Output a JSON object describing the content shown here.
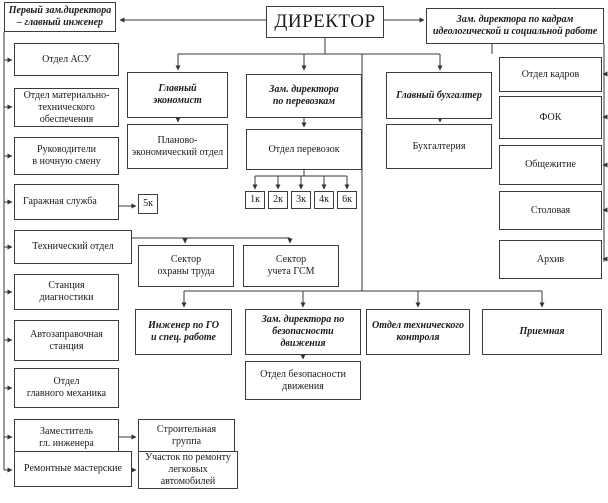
{
  "director": "ДИРЕКТОР",
  "first_deputy": "Первый зам.директора\n– главный инженер",
  "hr_deputy": "Зам. директора по кадрам\nидеологической и социальной работе",
  "left_column": {
    "asu": "Отдел АСУ",
    "mto": "Отдел материально-\nтехнического обеспечения",
    "night_shift": "Руководители\nв ночную смену",
    "garage": "Гаражная служба",
    "five_k": "5к",
    "tech_dept": "Технический отдел",
    "diagnostics": "Станция\nдиагностики",
    "gas_station": "Автозаправочная\nстанция",
    "chief_mechanic": "Отдел\nглавного механика",
    "deputy_chief_engineer": "Заместитель\nгл. инженера",
    "repair_shops": "Ремонтные мастерские"
  },
  "center": {
    "chief_economist": "Главный\nэкономист",
    "planning_dept": "Планово-\nэкономический отдел",
    "transport_deputy": "Зам. директора\nпо перевозкам",
    "transport_dept": "Отдел перевозок",
    "columns": [
      "1к",
      "2к",
      "3к",
      "4к",
      "6к"
    ],
    "chief_accountant": "Главный бухгалтер",
    "accounting": "Бухгалтерия",
    "labor_safety": "Сектор\nохраны труда",
    "fuel_sector": "Сектор\nучета ГСМ",
    "civil_defense_engineer": "Инженер по ГО\nи спец. работе",
    "traffic_safety_deputy": "Зам. директора по\nбезопасности движения",
    "traffic_safety_dept": "Отдел безопасности\nдвижения",
    "tech_control": "Отдел технического\nконтроля",
    "reception": "Приемная",
    "construction_group": "Строительная группа",
    "car_repair_section": "Участок по ремонту\nлегковых автомобилей"
  },
  "right_column": {
    "hr_dept": "Отдел кадров",
    "fok": "ФОК",
    "dormitory": "Общежитие",
    "canteen": "Столовая",
    "archive": "Архив"
  }
}
